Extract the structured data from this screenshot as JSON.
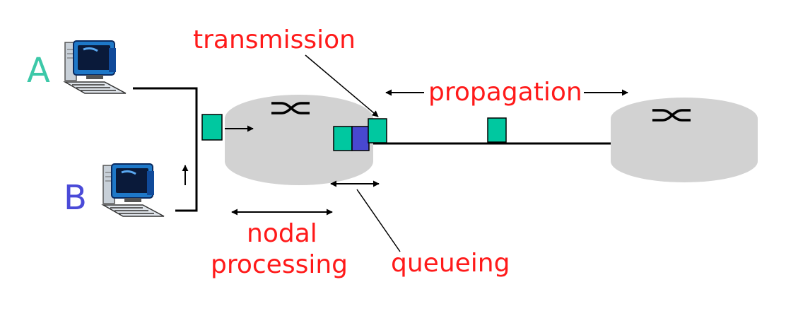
{
  "hosts": {
    "a": {
      "label": "A",
      "color": "#3cc8a8"
    },
    "b": {
      "label": "B",
      "color": "#4a4ad8"
    }
  },
  "labels": {
    "transmission": "transmission",
    "propagation": "propagation",
    "nodal_line1": "nodal",
    "nodal_line2": "processing",
    "queueing": "queueing"
  },
  "colors": {
    "label_red": "#ff1a1a",
    "router_fill": "#d2d2d2",
    "packet_teal": "#00c8a0",
    "packet_blue": "#4848d0",
    "link": "#000000"
  }
}
